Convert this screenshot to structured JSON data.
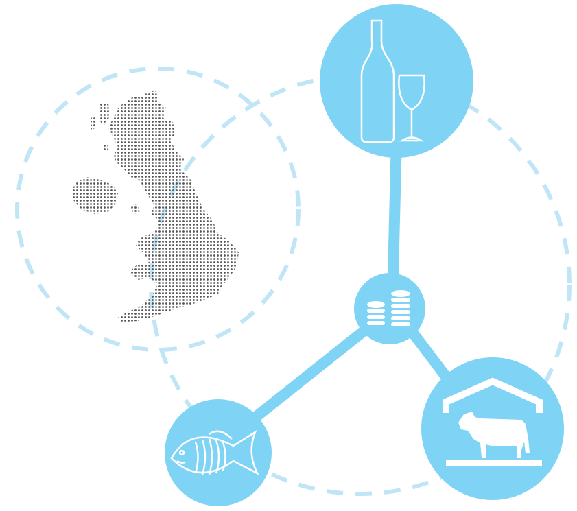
{
  "diagram": {
    "colors": {
      "node_fill": "#7fd3f4",
      "dashed_ring": "#bfe5f7",
      "icon_line": "#ffffff",
      "map_dots": "#555555",
      "background": "#ffffff"
    },
    "nodes": [
      {
        "id": "drinks",
        "icon": "wine-bottle-and-glass-icon"
      },
      {
        "id": "money",
        "icon": "coin-stacks-icon"
      },
      {
        "id": "seafood",
        "icon": "fish-icon"
      },
      {
        "id": "livestock",
        "icon": "cow-in-barn-icon"
      }
    ],
    "map": {
      "icon": "uk-dotted-map"
    },
    "connections": [
      [
        "money",
        "drinks"
      ],
      [
        "money",
        "seafood"
      ],
      [
        "money",
        "livestock"
      ]
    ]
  }
}
